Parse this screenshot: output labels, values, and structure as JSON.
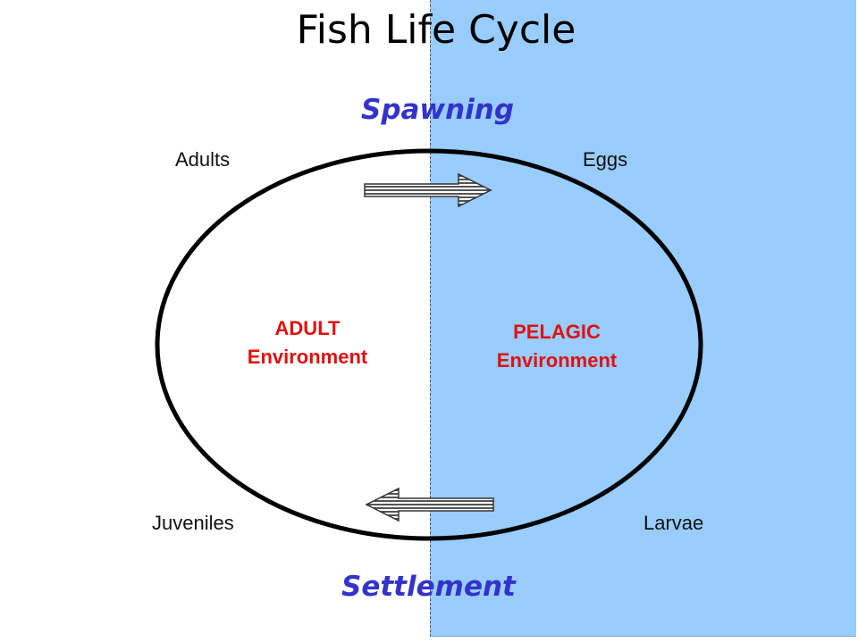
{
  "title": "Fish Life Cycle",
  "processes": {
    "spawning": "Spawning",
    "settlement": "Settlement"
  },
  "stages": {
    "adults": "Adults",
    "eggs": "Eggs",
    "larvae": "Larvae",
    "juveniles": "Juveniles"
  },
  "environments": {
    "adult": {
      "line1": "ADULT",
      "line2": "Environment"
    },
    "pelagic": {
      "line1": "PELAGIC",
      "line2": "Environment"
    }
  },
  "colors": {
    "pelagic_background": "#99ccff",
    "process_text": "#3333cc",
    "environment_text": "#e01010",
    "cycle_line": "#000000",
    "arrow_stripe": "#555555"
  },
  "icons": {
    "spawning_arrow": "arrow-right-icon",
    "settlement_arrow": "arrow-left-icon"
  }
}
